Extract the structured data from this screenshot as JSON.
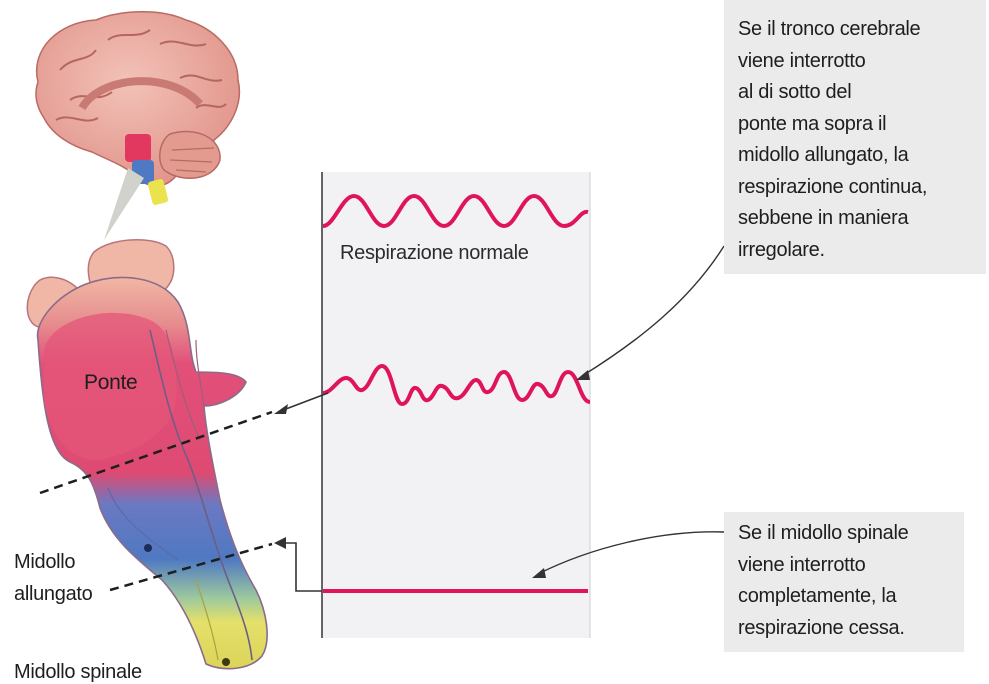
{
  "labels": {
    "ponte": "Ponte",
    "midollo_allungato": [
      "Midollo",
      "allungato"
    ],
    "midollo_spinale": "Midollo spinale",
    "respirazione_normale": "Respirazione normale"
  },
  "callouts": {
    "top": [
      "Se il tronco cerebrale",
      "viene interrotto",
      "al di sotto del",
      "ponte ma sopra il",
      "midollo allungato, la",
      "respirazione continua,",
      "sebbene in maniera",
      "irregolare."
    ],
    "bottom": [
      "Se il midollo spinale",
      "viene interrotto",
      "completamente, la",
      "respirazione cessa."
    ]
  },
  "colors": {
    "wave": "#e0145a",
    "ponte": "#e24a72",
    "medulla": "#4f79c2",
    "spinal": "#e3df62",
    "brain": "#e8a39a",
    "panel": "#f2f2f4",
    "callout_bg": "#ebebeb"
  },
  "icons": [
    "brain-illustration",
    "brainstem-illustration",
    "arrow-icon"
  ]
}
